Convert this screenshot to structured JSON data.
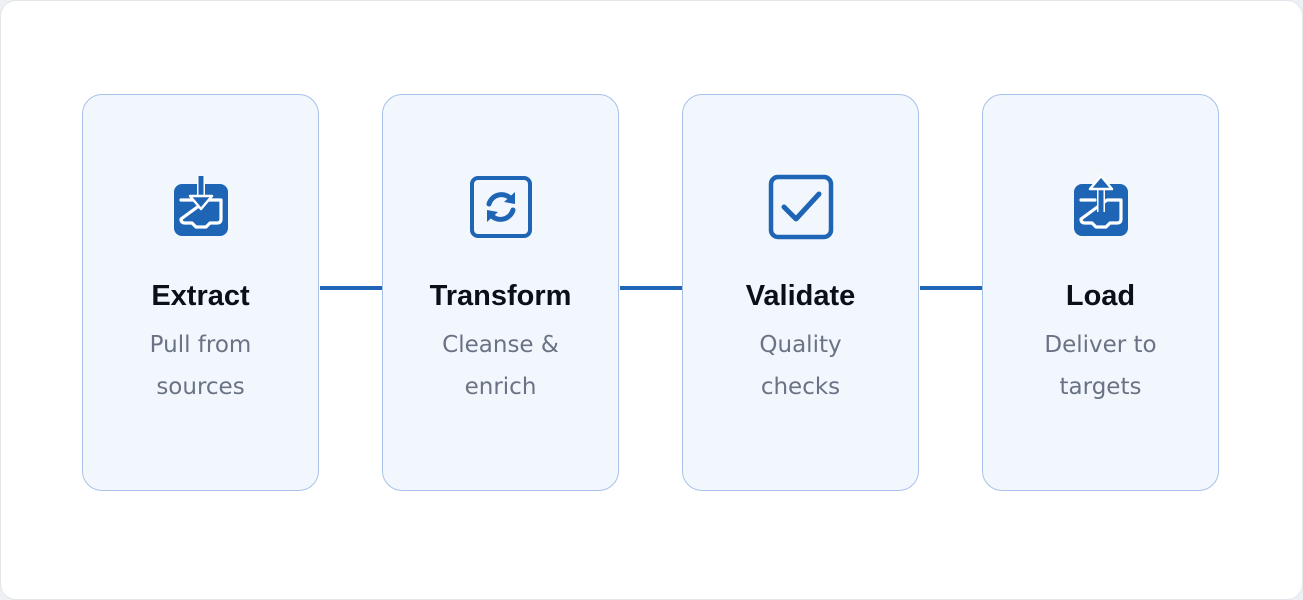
{
  "colors": {
    "accent": "#1f65b5",
    "card_background": "#f2f7fd",
    "card_border": "#a7c1ea",
    "title": "#0b0f17",
    "subtitle": "#6a7385"
  },
  "steps": [
    {
      "icon": "download-tray-icon",
      "title": "Extract",
      "subtitle": "Pull from sources"
    },
    {
      "icon": "refresh-icon",
      "title": "Transform",
      "subtitle": "Cleanse & enrich"
    },
    {
      "icon": "checkbox-icon",
      "title": "Validate",
      "subtitle": "Quality checks"
    },
    {
      "icon": "upload-tray-icon",
      "title": "Load",
      "subtitle": "Deliver to targets"
    }
  ]
}
